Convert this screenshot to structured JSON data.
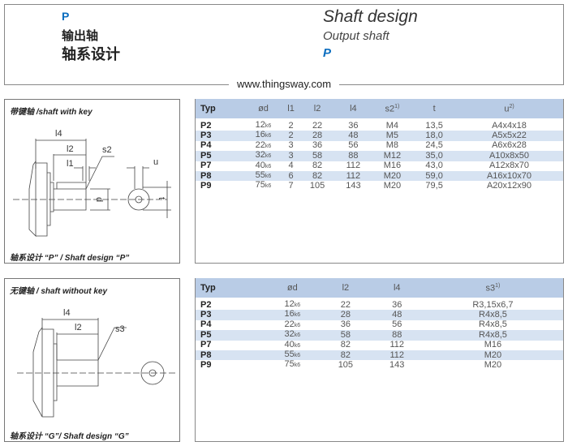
{
  "header": {
    "code": "P",
    "cn_title1": "输出轴",
    "cn_title2": "轴系设计",
    "en_title": "Shaft design",
    "en_subtitle": "Output shaft",
    "en_code": "P"
  },
  "website": "www.thingsway.com",
  "section1": {
    "caption_top_cn": "带键轴",
    "caption_top_en": " /shaft with key",
    "caption_bottom": "轴系设计 “P” / Shaft design “P”",
    "labels": {
      "l4": "l4",
      "l2": "l2",
      "l1": "l1",
      "s2": "s2",
      "u": "u",
      "d": "d",
      "t": "t"
    },
    "table": {
      "headers": [
        "Typ",
        "ød",
        "l1",
        "l2",
        "l4",
        "s2",
        "t",
        "u"
      ],
      "header_sups": {
        "5": "1)",
        "7": "2)"
      },
      "rows": [
        [
          "P2",
          "12",
          "2",
          "22",
          "36",
          "M4",
          "13,5",
          "A4x4x18"
        ],
        [
          "P3",
          "16",
          "2",
          "28",
          "48",
          "M5",
          "18,0",
          "A5x5x22"
        ],
        [
          "P4",
          "22",
          "3",
          "36",
          "56",
          "M8",
          "24,5",
          "A6x6x28"
        ],
        [
          "P5",
          "32",
          "3",
          "58",
          "88",
          "M12",
          "35,0",
          "A10x8x50"
        ],
        [
          "P7",
          "40",
          "4",
          "82",
          "112",
          "M16",
          "43,0",
          "A12x8x70"
        ],
        [
          "P8",
          "55",
          "6",
          "82",
          "112",
          "M20",
          "59,0",
          "A16x10x70"
        ],
        [
          "P9",
          "75",
          "7",
          "105",
          "143",
          "M20",
          "79,5",
          "A20x12x90"
        ]
      ]
    }
  },
  "section2": {
    "caption_top_cn": "无键轴",
    "caption_top_en": " / shaft without key",
    "caption_bottom": "轴系设计 “G”/ Shaft design “G”",
    "labels": {
      "l4": "l4",
      "l2": "l2",
      "s3": "s3"
    },
    "table": {
      "headers": [
        "Typ",
        "ød",
        "l2",
        "l4",
        "s3"
      ],
      "header_sups": {
        "4": "1)"
      },
      "rows": [
        [
          "P2",
          "12",
          "22",
          "36",
          "R3,15x6,7"
        ],
        [
          "P3",
          "16",
          "28",
          "48",
          "R4x8,5"
        ],
        [
          "P4",
          "22",
          "36",
          "56",
          "R4x8,5"
        ],
        [
          "P5",
          "32",
          "58",
          "88",
          "R4x8,5"
        ],
        [
          "P7",
          "40",
          "82",
          "112",
          "M16"
        ],
        [
          "P8",
          "55",
          "82",
          "112",
          "M20"
        ],
        [
          "P9",
          "75",
          "105",
          "143",
          "M20"
        ]
      ]
    }
  },
  "tolerance": "k6"
}
